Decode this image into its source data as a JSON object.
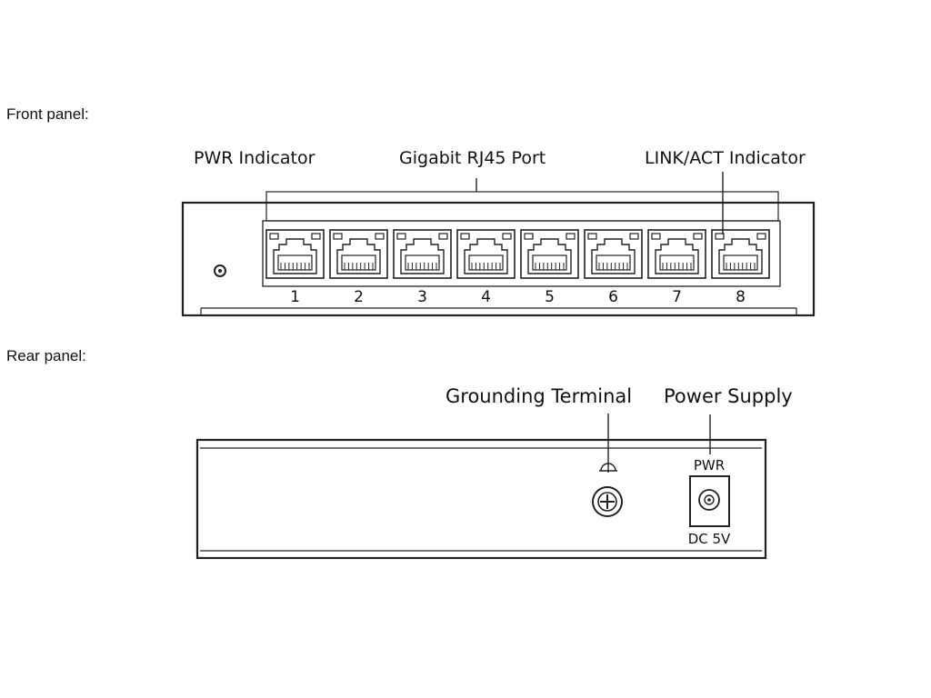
{
  "front": {
    "section_label": "Front panel:",
    "callouts": {
      "pwr_indicator": "PWR Indicator",
      "rj45_port": "Gigabit RJ45 Port",
      "link_act": "LINK/ACT Indicator"
    },
    "ports": [
      "1",
      "2",
      "3",
      "4",
      "5",
      "6",
      "7",
      "8"
    ]
  },
  "rear": {
    "section_label": "Rear panel:",
    "callouts": {
      "grounding": "Grounding Terminal",
      "power_supply": "Power Supply"
    },
    "pwr_label": "PWR",
    "dc_label": "DC 5V"
  },
  "colors": {
    "line": "#222222",
    "background": "#ffffff"
  }
}
